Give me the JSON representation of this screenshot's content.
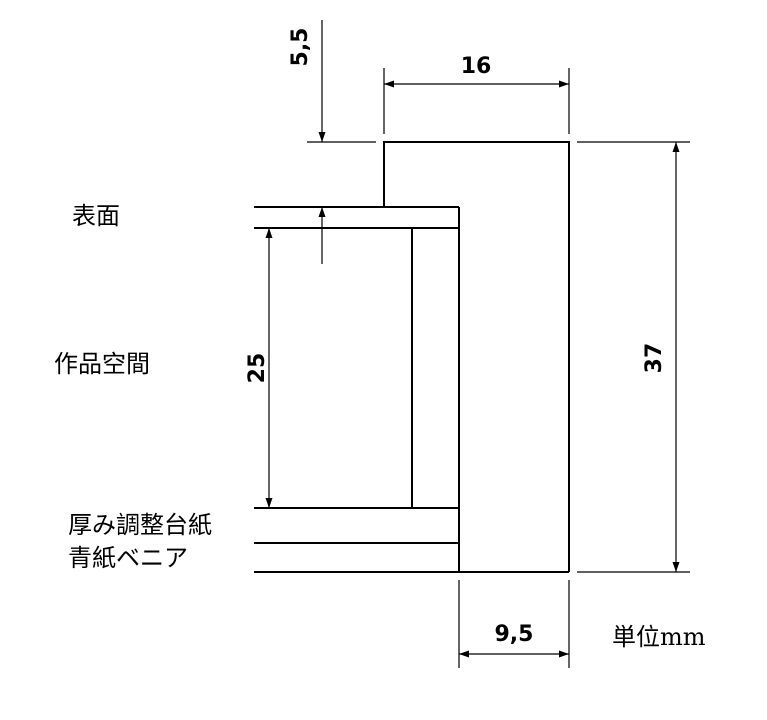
{
  "labels": {
    "surface": "表面",
    "work_space": "作品空間",
    "thickness_board": "厚み調整台紙",
    "blue_paper_veneer": "青紙ベニア",
    "unit": "単位mm"
  },
  "dimensions": {
    "top_offset": "5,5",
    "top_width": "16",
    "total_height": "37",
    "inner_height": "25",
    "bottom_width": "9,5"
  }
}
